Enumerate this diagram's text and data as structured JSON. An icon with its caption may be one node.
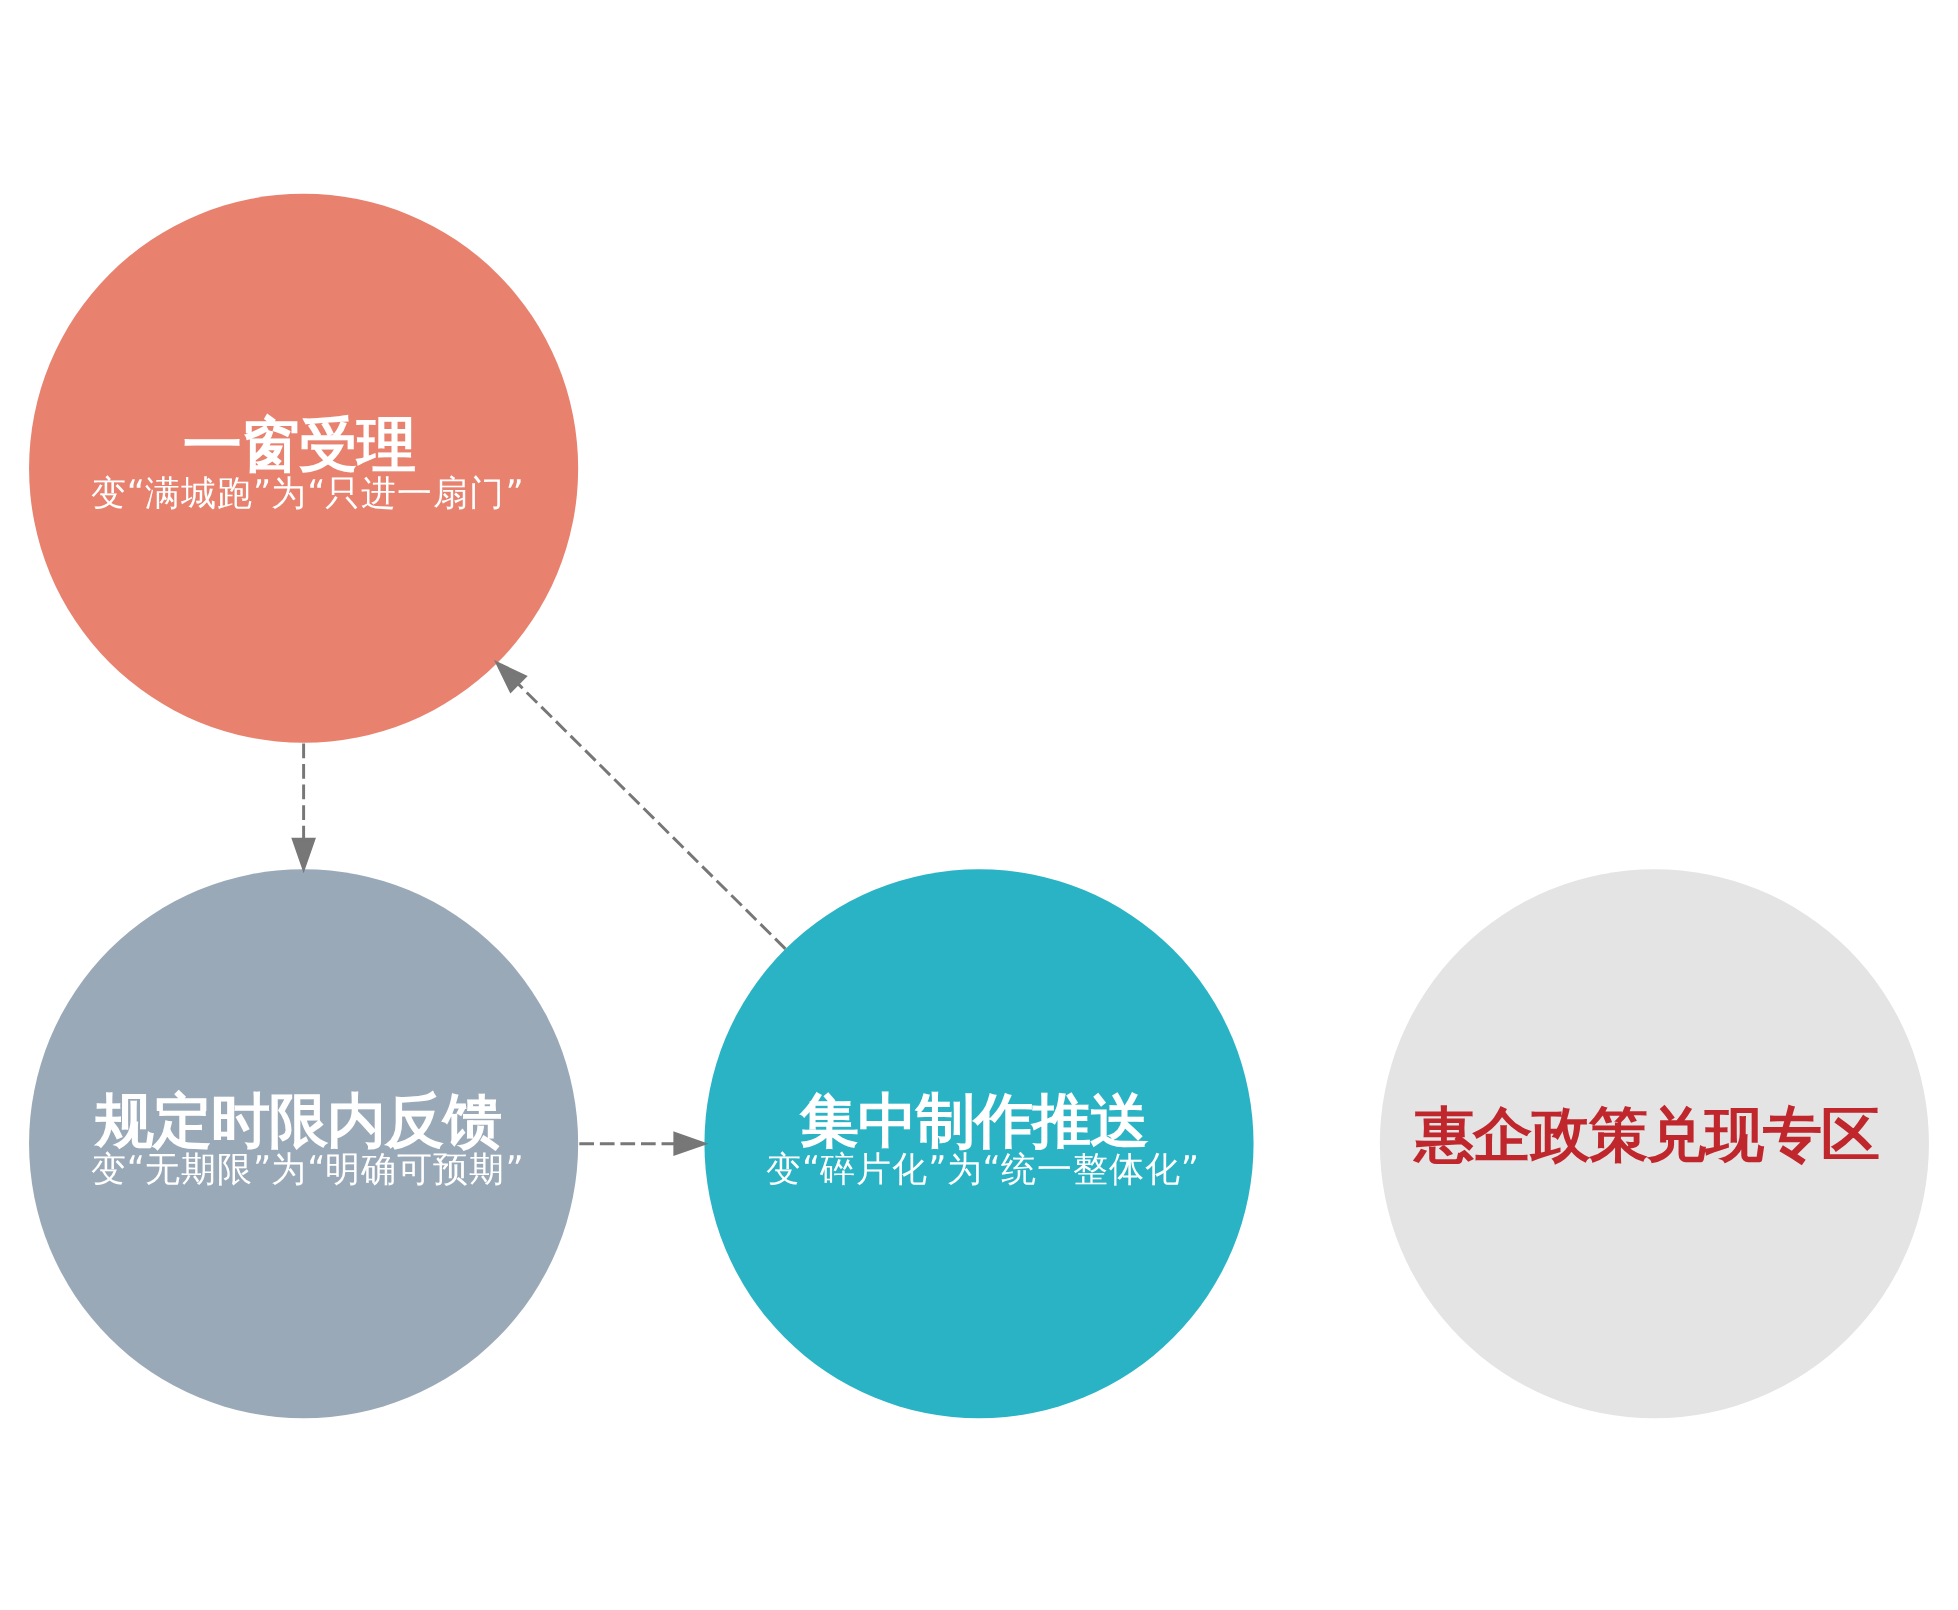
{
  "diagram": {
    "nodes": [
      {
        "text": [
          "一窗受理",
          "变“满城跑”为“只进一扇门”"
        ]
      },
      {
        "text": [
          "惠企政策兑现专区"
        ]
      },
      {
        "text": [
          "集中制作推送",
          "变“碎片化”为“统一整体化”"
        ]
      },
      {
        "text": [
          "规定时限内反馈",
          "变“无期限”为“明确可预期”"
        ]
      }
    ],
    "edges": [
      {
        "from": 2,
        "to": 0,
        "arrow": "to",
        "style": "dashed"
      },
      {
        "from": 0,
        "to": 3,
        "arrow": "to",
        "style": "dashed"
      },
      {
        "from": 3,
        "to": 2,
        "arrow": "to",
        "style": "dashed"
      }
    ]
  }
}
